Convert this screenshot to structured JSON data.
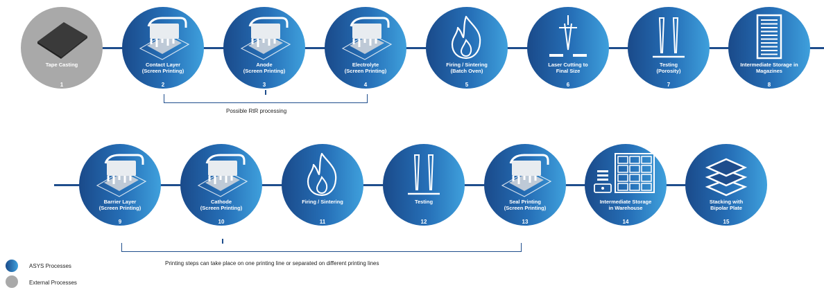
{
  "row1": [
    {
      "label": "Tape Casting",
      "number": "1",
      "kind": "ext",
      "icon": "tape-sheet-icon"
    },
    {
      "label": "Contact Layer\n(Screen Printing)",
      "number": "2",
      "kind": "asys",
      "icon": "screen-printer-icon"
    },
    {
      "label": "Anode\n(Screen Printing)",
      "number": "3",
      "kind": "asys",
      "icon": "screen-printer-icon"
    },
    {
      "label": "Electrolyte\n(Screen Printing)",
      "number": "4",
      "kind": "asys",
      "icon": "screen-printer-icon"
    },
    {
      "label": "Firing / Sintering\n(Batch Oven)",
      "number": "5",
      "kind": "asys",
      "icon": "flame-icon"
    },
    {
      "label": "Laser Cutting to\nFinal Size",
      "number": "6",
      "kind": "asys",
      "icon": "laser-icon"
    },
    {
      "label": "Testing\n(Porosity)",
      "number": "7",
      "kind": "asys",
      "icon": "probe-icon"
    },
    {
      "label": "Intermediate Storage in\nMagazines",
      "number": "8",
      "kind": "asys",
      "icon": "magazine-icon"
    }
  ],
  "row2": [
    {
      "label": "Barrier Layer\n(Screen Printing)",
      "number": "9",
      "kind": "asys",
      "icon": "screen-printer-icon"
    },
    {
      "label": "Cathode\n(Screen Printing)",
      "number": "10",
      "kind": "asys",
      "icon": "screen-printer-icon"
    },
    {
      "label": "Firing / Sintering",
      "number": "11",
      "kind": "asys",
      "icon": "flame-icon"
    },
    {
      "label": "Testing",
      "number": "12",
      "kind": "asys",
      "icon": "probe-icon"
    },
    {
      "label": "Seal Printing\n(Screen Printing)",
      "number": "13",
      "kind": "asys",
      "icon": "screen-printer-icon"
    },
    {
      "label": "Intermediate Storage\nin Warehouse",
      "number": "14",
      "kind": "asys",
      "icon": "warehouse-icon"
    },
    {
      "label": "Stacking with\nBipolar Plate",
      "number": "15",
      "kind": "asys",
      "icon": "stack-icon"
    }
  ],
  "captions": {
    "rtr": "Possible RtR processing",
    "printing": "Printing steps can take place on one printing line or separated on different printing lines"
  },
  "legend": {
    "asys": "ASYS Processes",
    "external": "External Processes"
  },
  "colors": {
    "line": "#1e4d8c",
    "asys_start": "#1a4a8a",
    "asys_end": "#3fa0dc",
    "external": "#a9a9a9"
  }
}
